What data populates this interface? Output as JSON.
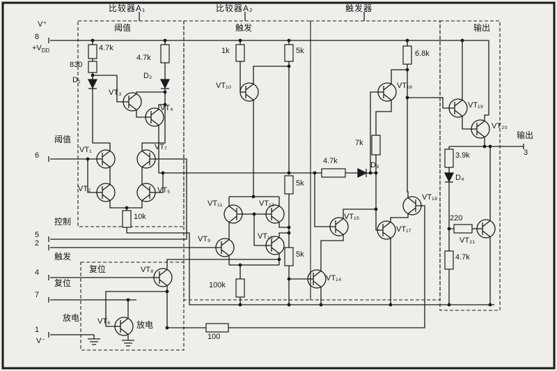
{
  "sections": {
    "comp_a1": "比较器A₁",
    "comp_a2": "比较器A₂",
    "flipflop": "触发器"
  },
  "box_labels": {
    "threshold_top": "阈值",
    "trigger_top": "触发",
    "output_top": "输出",
    "reset_inner": "复位",
    "discharge_inner": "放电"
  },
  "pins": {
    "vplus": "V⁺",
    "pin8": "8",
    "vdd_base": "+V",
    "vdd_sub": "DD",
    "threshold": "阈值",
    "pin6": "6",
    "control": "控制",
    "pin5": "5",
    "pin2": "2",
    "trigger": "触发",
    "pin4": "4",
    "reset": "复位",
    "pin7": "7",
    "discharge": "放电",
    "pin1": "1",
    "vminus": "V⁻",
    "output": "输出",
    "pin3": "3"
  },
  "resistors": {
    "r_47k_a": "4.7k",
    "r_830": "830",
    "r_47k_b": "4.7k",
    "r_10k": "10k",
    "r_1k": "1k",
    "r_5k_a": "5k",
    "r_5k_b": "5k",
    "r_5k_c": "5k",
    "r_100k": "100k",
    "r_47k_c": "4.7k",
    "r_7k": "7k",
    "r_68k": "6.8k",
    "r_39k": "3.9k",
    "r_220": "220",
    "r_47k_d": "4.7k",
    "r_100": "100"
  },
  "transistors": {
    "vt1": "VT₁",
    "vt2": "VT₂",
    "vt3": "VT₃",
    "vt4": "VT₄",
    "vt5": "VT₅",
    "vt6": "VT₆",
    "vt7": "VT₇",
    "vt8": "VT₈",
    "vt9": "VT₉",
    "vt10": "VT₁₀",
    "vt11": "VT₁₁",
    "vt12": "VT₁₂",
    "vt13": "VT₁₃",
    "vt14": "VT₁₄",
    "vt15": "VT₁₅",
    "vt16": "VT₁₆",
    "vt17": "VT₁₇",
    "vt18": "VT₁₈",
    "vt19": "VT₁₉",
    "vt20": "VT₂₀",
    "vt21": "VT₂₁"
  },
  "diodes": {
    "d1": "D₁",
    "d2": "D₂",
    "d3": "D₃",
    "d4": "D₄"
  }
}
